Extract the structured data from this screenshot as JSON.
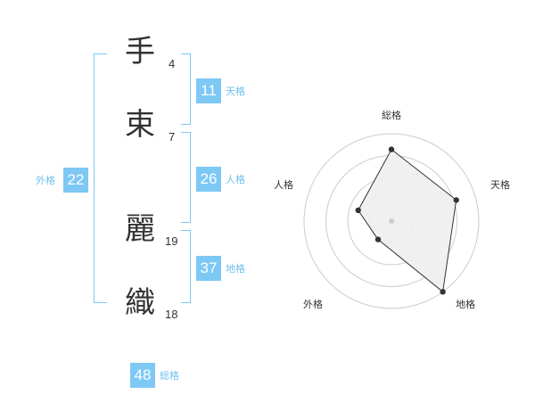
{
  "name_chars": [
    {
      "char": "手",
      "strokes": "4"
    },
    {
      "char": "束",
      "strokes": "7"
    },
    {
      "char": "麗",
      "strokes": "19"
    },
    {
      "char": "織",
      "strokes": "18"
    }
  ],
  "fortunes": {
    "tenkaku": {
      "value": "11",
      "label": "天格"
    },
    "jinkaku": {
      "value": "26",
      "label": "人格"
    },
    "chikaku": {
      "value": "37",
      "label": "地格"
    },
    "gaikaku": {
      "value": "22",
      "label": "外格"
    },
    "soukaku": {
      "value": "48",
      "label": "総格"
    }
  },
  "radar": {
    "axes": [
      "総格",
      "天格",
      "地格",
      "外格",
      "人格"
    ],
    "values": [
      0.82,
      0.78,
      1.0,
      0.26,
      0.4
    ],
    "colors": {
      "fill": "#eeeeee",
      "line": "#333333",
      "grid": "#cccccc",
      "accent": "#7ec8f5"
    }
  }
}
